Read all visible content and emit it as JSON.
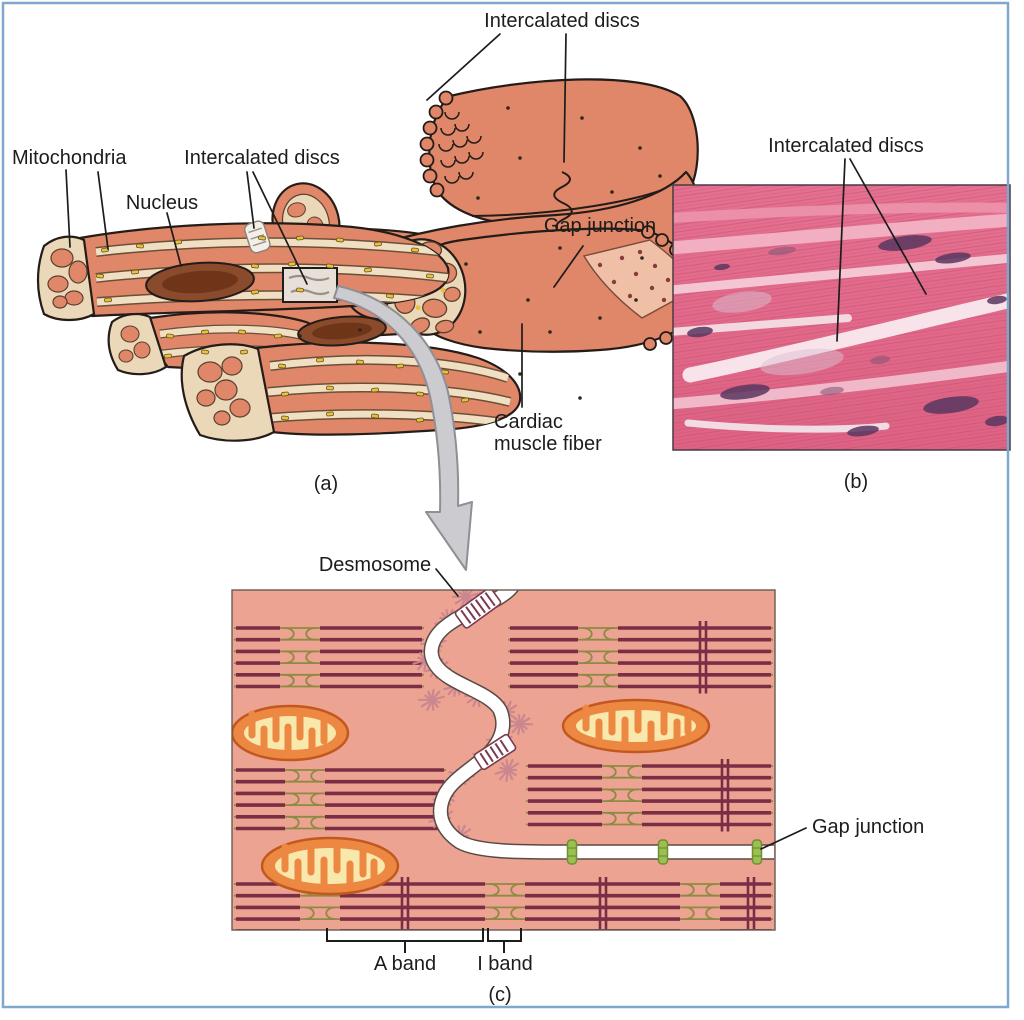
{
  "figure": {
    "panel_a": {
      "labels": {
        "intercalated_discs_top": "Intercalated discs",
        "mitochondria": "Mitochondria",
        "intercalated_discs": "Intercalated discs",
        "nucleus": "Nucleus",
        "gap_junction": "Gap junction",
        "cardiac_line1": "Cardiac",
        "cardiac_line2": "muscle fiber",
        "panel_letter": "(a)"
      }
    },
    "panel_b": {
      "labels": {
        "intercalated_discs": "Intercalated discs",
        "panel_letter": "(b)"
      }
    },
    "panel_c": {
      "labels": {
        "desmosome": "Desmosome",
        "gap_junction": "Gap junction",
        "a_band": "A band",
        "i_band": "I band",
        "panel_letter": "(c)"
      }
    },
    "colors": {
      "frame_blue": "#7FA8CC",
      "fiber_salmon": "#DF8768",
      "fiber_outline": "#241C18",
      "stripe_cream": "#F0DFC2",
      "stripe_edge": "#6A5038",
      "speck_yellow": "#E6C23E",
      "nucleus_brown": "#8A4A2C",
      "nucleus_dark": "#6E3519",
      "cut_face_cream": "#EBD8B8",
      "facet_pink": "#F0C0A6",
      "arrow_gray": "#CBCBD0",
      "micrograph_pink": "#E4718F",
      "micrograph_dark": "#5A3760",
      "cell_bg": "#ECA392",
      "myofibril_maroon": "#7B2D46",
      "myofibril_olive": "#8E8A43",
      "mito_orange": "#ED8843",
      "mito_inner": "#F8E8AC",
      "desmosome_pink": "#C9868F",
      "junction_green": "#9CBF52",
      "junction_green_dark": "#6E8F33",
      "text": "#1C1C1C"
    }
  }
}
